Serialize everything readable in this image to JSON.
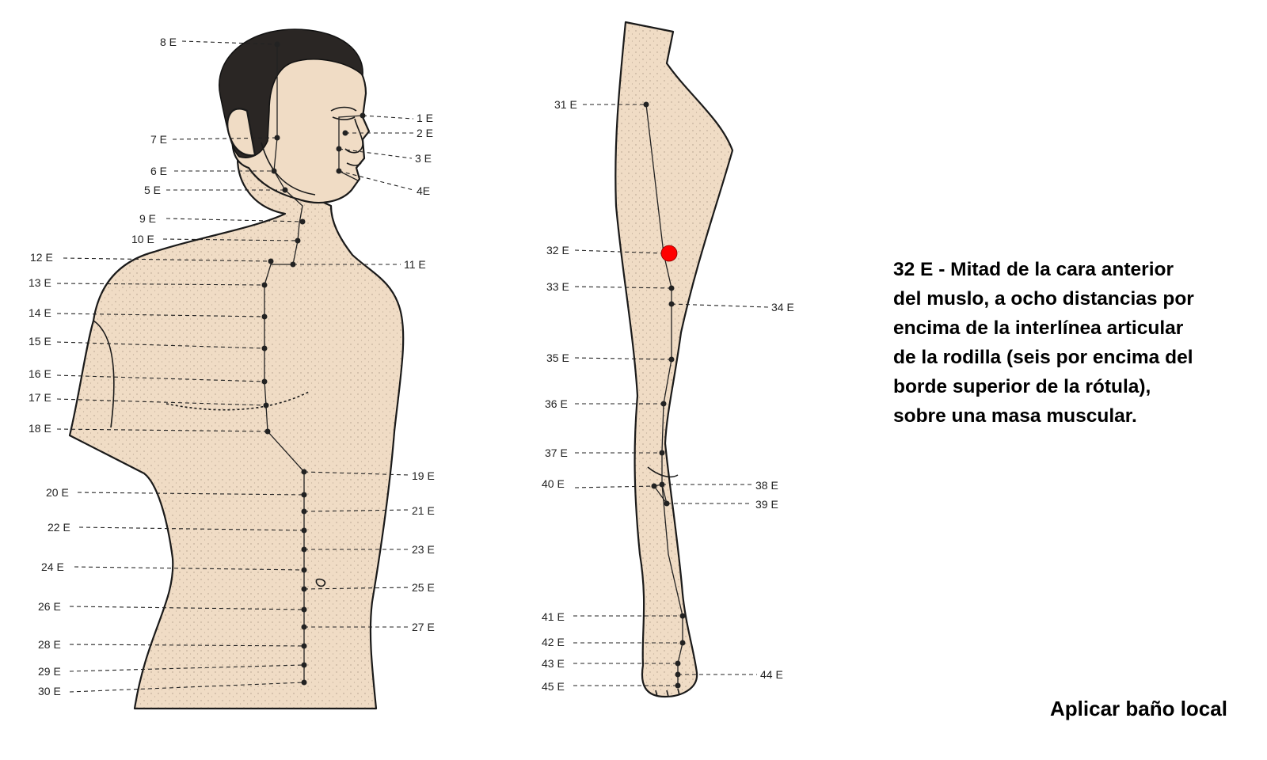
{
  "description_lines": [
    "32 E - Mitad de la cara anterior",
    "del muslo, a ocho distancias por",
    "encima de la interlínea articular",
    "de la rodilla (seis por encima del",
    "borde superior de la rótula),",
    "sobre una masa muscular."
  ],
  "footer": "Aplicar baño local",
  "highlight_color": "#ff0000",
  "torso_labels": {
    "p1": "1 E",
    "p2": "2 E",
    "p3": "3 E",
    "p4": "4E",
    "p5": "5 E",
    "p6": "6 E",
    "p7": "7 E",
    "p8": "8 E",
    "p9": "9 E",
    "p10": "10 E",
    "p11": "11 E",
    "p12": "12 E",
    "p13": "13 E",
    "p14": "14 E",
    "p15": "15 E",
    "p16": "16 E",
    "p17": "17 E",
    "p18": "18 E",
    "p19": "19 E",
    "p20": "20 E",
    "p21": "21 E",
    "p22": "22 E",
    "p23": "23 E",
    "p24": "24 E",
    "p25": "25 E",
    "p26": "26 E",
    "p27": "27 E",
    "p28": "28 E",
    "p29": "29 E",
    "p30": "30 E"
  },
  "leg_labels": {
    "p31": "31 E",
    "p32": "32 E",
    "p33": "33 E",
    "p34": "34 E",
    "p35": "35 E",
    "p36": "36 E",
    "p37": "37 E",
    "p38": "38 E",
    "p39": "39 E",
    "p40": "40 E",
    "p41": "41 E",
    "p42": "42 E",
    "p43": "43 E",
    "p44": "44 E",
    "p45": "45 E"
  }
}
